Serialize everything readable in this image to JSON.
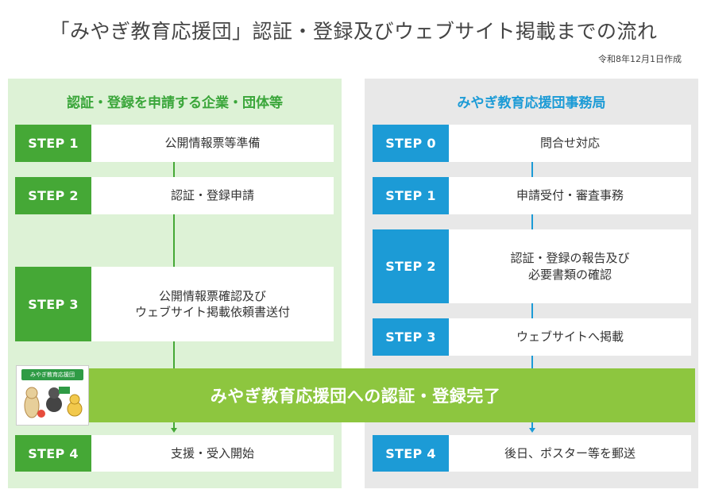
{
  "header": {
    "title": "「みやぎ教育応援団」認証・登録及びウェブサイト掲載までの流れ",
    "date": "令和8年12月1日作成"
  },
  "left": {
    "heading": "認証・登録を申請する企業・団体等",
    "steps": [
      {
        "label": "STEP 1",
        "text": "公開情報票等準備"
      },
      {
        "label": "STEP 2",
        "text": "認証・登録申請"
      },
      {
        "label": "STEP 3",
        "text": "公開情報票確認及び\nウェブサイト掲載依頼書送付"
      },
      {
        "label": "STEP 4",
        "text": "支援・受入開始"
      }
    ]
  },
  "right": {
    "heading": "みやぎ教育応援団事務局",
    "steps": [
      {
        "label": "STEP 0",
        "text": "問合せ対応"
      },
      {
        "label": "STEP 1",
        "text": "申請受付・審査事務"
      },
      {
        "label": "STEP 2",
        "text": "認証・登録の報告及び\n必要書類の確認"
      },
      {
        "label": "STEP 3",
        "text": "ウェブサイトへ掲載"
      },
      {
        "label": "STEP 4",
        "text": "後日、ポスター等を郵送"
      }
    ]
  },
  "banner": {
    "text": "みやぎ教育応援団への認証・登録完了",
    "mascot_sign": "みやぎ教育応援団"
  },
  "colors": {
    "green_step": "#45a836",
    "blue_step": "#1c9bd6",
    "banner": "#8dc63f",
    "left_panel": "#ddf2d6",
    "right_panel": "#e8e8e8"
  }
}
